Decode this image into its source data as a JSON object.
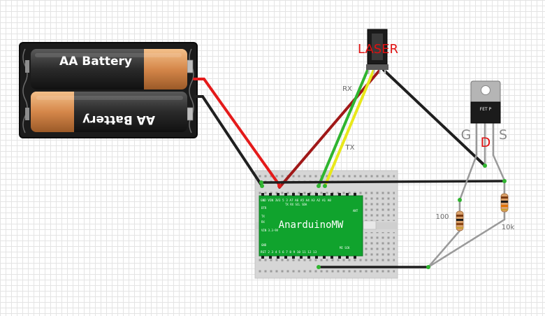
{
  "battery": {
    "cell_top_label": "AA Battery",
    "cell_bottom_label": "AA Battery"
  },
  "laser": {
    "label": "LASER"
  },
  "wires": {
    "rx_label": "RX",
    "tx_label": "TX"
  },
  "fet": {
    "body_label": "FET P",
    "pin_g": "G",
    "pin_d": "D",
    "pin_s": "S"
  },
  "resistors": {
    "left_value": "100",
    "right_value": "10k"
  },
  "board": {
    "name": "AnarduinoMW",
    "top_pins": "GND VIN 3V3 5 3 A7 A6 A5 A4 A3 A2 A1 A0",
    "top_pins_sub": "TX RX SCL SDA",
    "side_dtr": "DTR",
    "side_tx": "TX",
    "side_rx": "RX",
    "side_vin": "VIN 3.3-9V",
    "side_gnd": "GND",
    "side_ant": "ANT",
    "bottom_pins": "RST 2 3 4 5 6 7 8 9 10 11 12 13",
    "bottom_pins_sub": "MI SCK"
  },
  "colors": {
    "wire_red": "#e41a1a",
    "wire_black": "#1f1f1f",
    "wire_green": "#2fb52f",
    "wire_yellow": "#e8e81a",
    "wire_darkred": "#a01818",
    "wire_grey": "#9a9a9a",
    "board_green": "#10a32d",
    "label_red": "#e01010"
  }
}
